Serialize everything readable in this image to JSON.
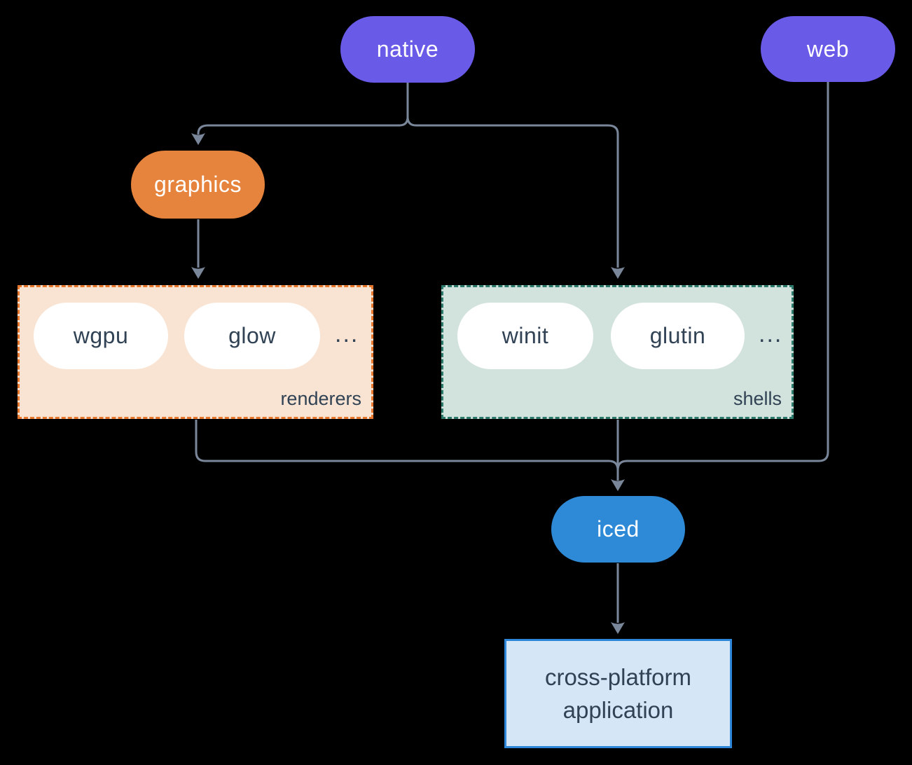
{
  "diagram": {
    "nodes": {
      "native": {
        "label": "native"
      },
      "web": {
        "label": "web"
      },
      "graphics": {
        "label": "graphics"
      },
      "iced": {
        "label": "iced"
      },
      "app": {
        "label": "cross-platform application"
      }
    },
    "groups": {
      "renderers": {
        "label": "renderers",
        "items": [
          "wgpu",
          "glow"
        ],
        "ellipsis": "..."
      },
      "shells": {
        "label": "shells",
        "items": [
          "winit",
          "glutin"
        ],
        "ellipsis": "..."
      }
    },
    "edges": [
      {
        "from": "native",
        "to": "graphics"
      },
      {
        "from": "native",
        "to": "shells"
      },
      {
        "from": "graphics",
        "to": "renderers"
      },
      {
        "from": "renderers",
        "to": "iced"
      },
      {
        "from": "shells",
        "to": "iced"
      },
      {
        "from": "web",
        "to": "iced"
      },
      {
        "from": "iced",
        "to": "app"
      }
    ]
  },
  "colors": {
    "purple": "#6A5AE8",
    "orange": "#E6833C",
    "orange-border": "#E8772E",
    "peach": "#F9E4D4",
    "teal-border": "#2B7A6C",
    "sage": "#D2E2DC",
    "blue": "#2E89D6",
    "light-blue": "#D5E6F7",
    "blue-border": "#2E86D9",
    "line": "#7A879B",
    "dark-text": "#304254",
    "white": "#FFFFFF",
    "bg": "#000000"
  }
}
